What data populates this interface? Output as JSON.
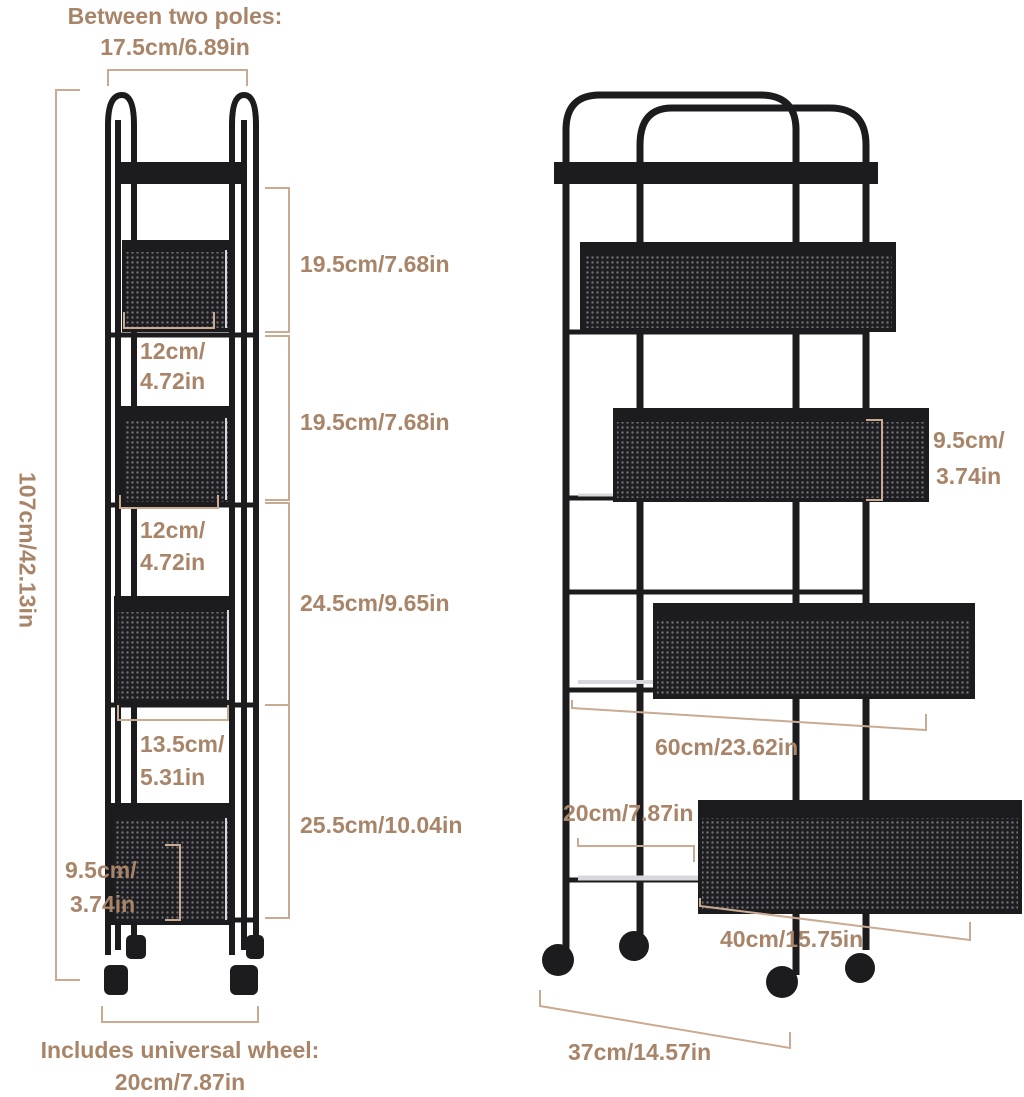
{
  "colors": {
    "label": "#a88468",
    "dimension_line": "#c9ab93",
    "frame": "#1c1c1e",
    "basket_dark": "#202024",
    "mesh": "#5a5a60",
    "chrome": "#d8d8dc",
    "background": "#ffffff"
  },
  "left_view": {
    "width_label_line1": "Between two poles:",
    "width_label_line2": "17.5cm/6.89in",
    "height_label": "107cm/42.13in",
    "spacing_labels": [
      "19.5cm/7.68in",
      "19.5cm/7.68in",
      "24.5cm/9.65in",
      "25.5cm/10.04in"
    ],
    "basket_width_labels": [
      {
        "line1": "12cm/",
        "line2": "4.72in"
      },
      {
        "line1": "12cm/",
        "line2": "4.72in"
      },
      {
        "line1": "13.5cm/",
        "line2": "5.31in"
      }
    ],
    "basket_height_label": {
      "line1": "9.5cm/",
      "line2": "3.74in"
    },
    "wheel_label_line1": "Includes universal wheel:",
    "wheel_label_line2": "20cm/7.87in"
  },
  "right_view": {
    "basket_height_label": {
      "line1": "9.5cm/",
      "line2": "3.74in"
    },
    "length_label": "60cm/23.62in",
    "extension_label": "20cm/7.87in",
    "depth_label": "40cm/15.75in",
    "base_label": "37cm/14.57in"
  },
  "icons": {
    "left_cart": "cart-side-view-icon",
    "right_cart": "cart-front-view-icon",
    "wheel": "caster-wheel-icon"
  }
}
